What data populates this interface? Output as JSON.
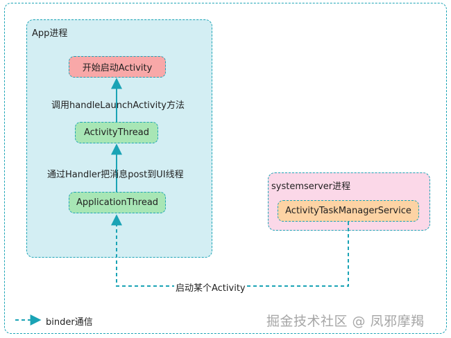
{
  "groups": {
    "app": {
      "label": "App进程"
    },
    "system": {
      "label": "systemserver进程"
    }
  },
  "nodes": {
    "start_activity": "开始启动Activity",
    "activity_thread": "ActivityThread",
    "application_thread": "ApplicationThread",
    "atms": "ActivityTaskManagerService"
  },
  "edges": {
    "handle_launch": "调用handleLaunchActivity方法",
    "post_via_handler": "通过Handler把消息post到UI线程",
    "start_some_activity": "启动某个Activity"
  },
  "legend": {
    "binder": "binder通信"
  },
  "watermark": "掘金技术社区 @ 凤邪摩羯",
  "colors": {
    "line": "#1aa3b5",
    "app_bg": "#d3eef3",
    "system_bg": "#fbd8e8",
    "start_node": "#f8a8a8",
    "thread_node": "#a8e6b5",
    "service_node": "#fdd3a4"
  }
}
